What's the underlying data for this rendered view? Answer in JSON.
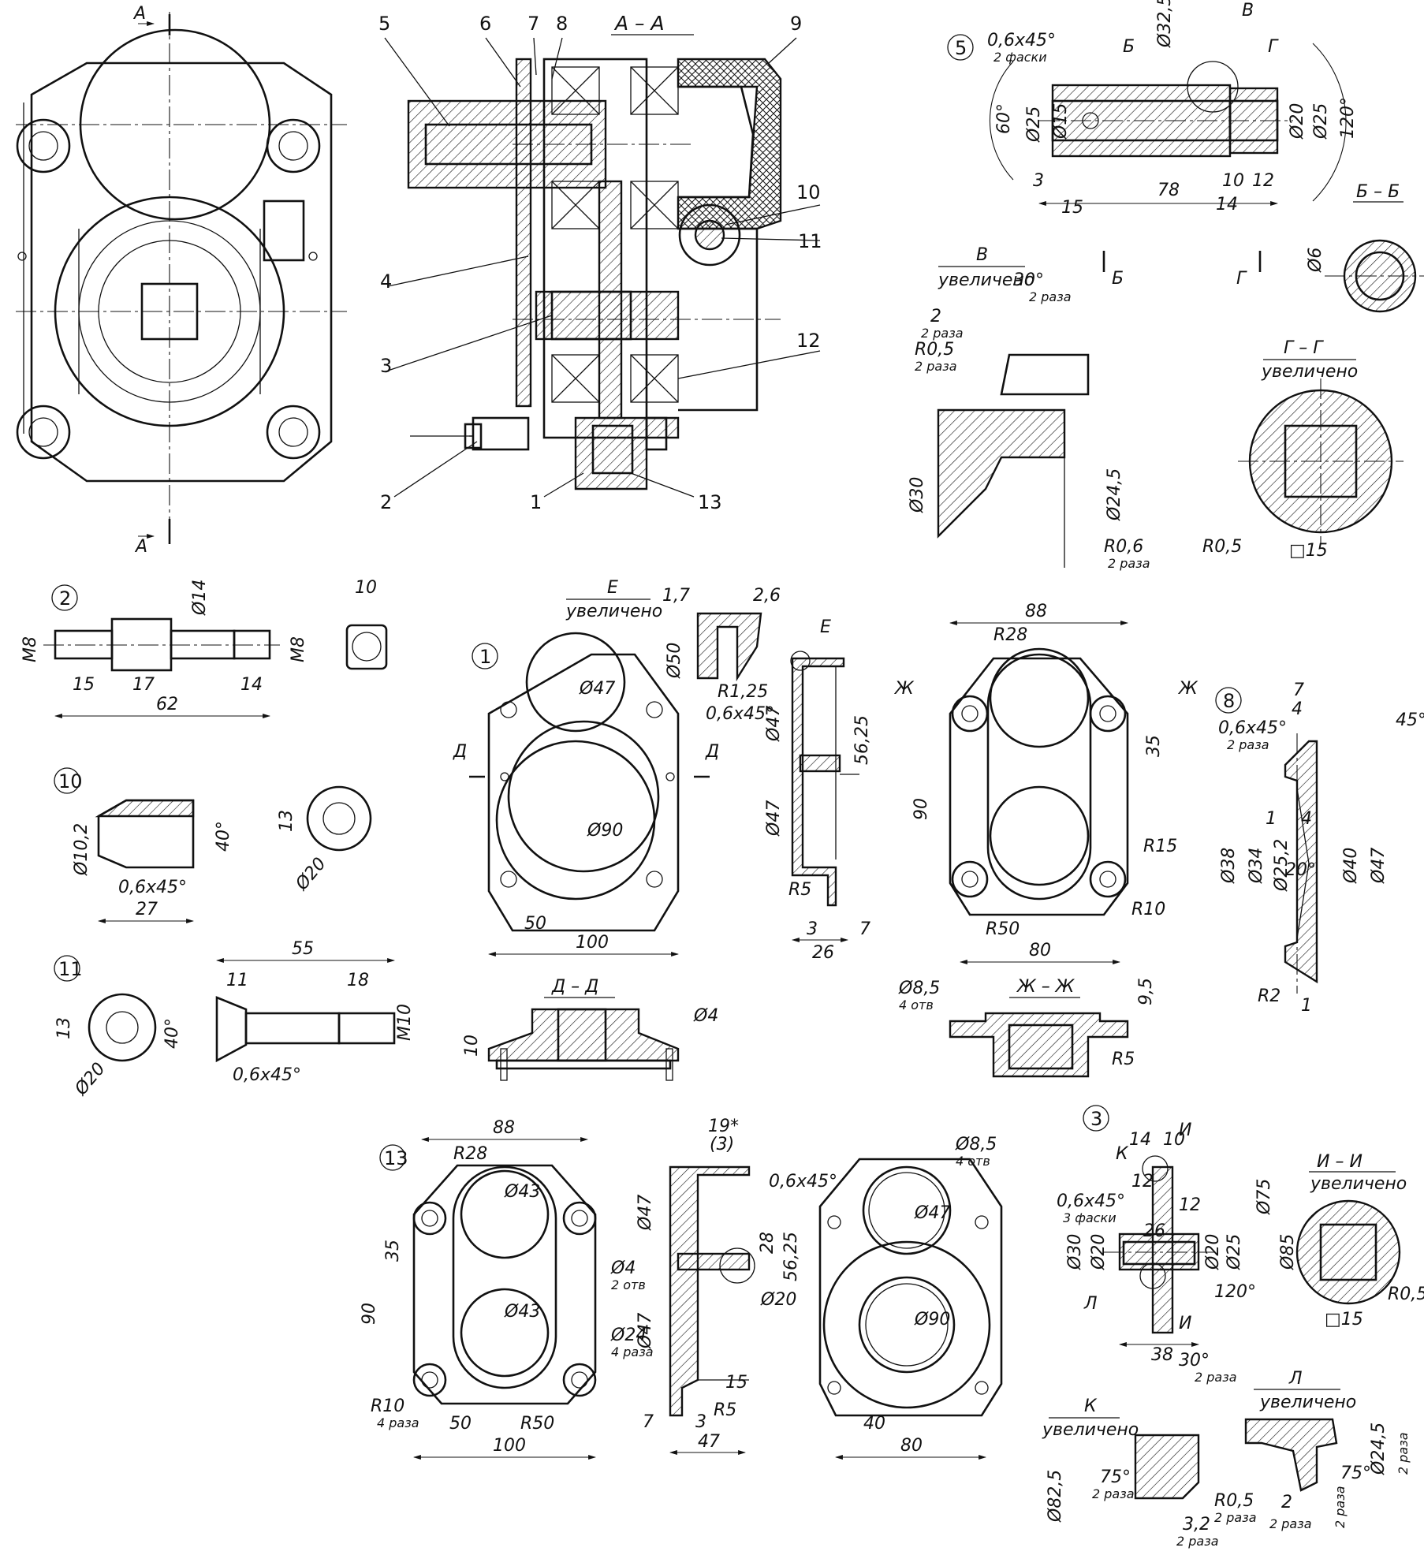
{
  "section_aa": {
    "title": "А – А",
    "mark": "А"
  },
  "positions": [
    "1",
    "2",
    "3",
    "4",
    "5",
    "6",
    "7",
    "8",
    "9",
    "10",
    "11",
    "12",
    "13"
  ],
  "part5": {
    "num": "5",
    "dims": {
      "ch": "0,6x45°",
      "ch_note": "2 фаски",
      "d325": "Ø32,5",
      "d25": "Ø25",
      "d15": "Ø15",
      "d20": "Ø20",
      "d25b": "Ø25",
      "a60": "60°",
      "a120": "120°",
      "l3": "3",
      "l15": "15",
      "l10": "10",
      "l12": "12",
      "l14": "14",
      "l78": "78",
      "ref_v": "В",
      "ref_b": "Б",
      "ref_g": "Г"
    },
    "sec_bb": {
      "title": "Б – Б",
      "d6": "Ø6"
    },
    "det_v": {
      "title": "В",
      "sub": "увеличено",
      "a30": "30°",
      "a30n": "2 раза",
      "l2": "2",
      "l2n": "2 раза",
      "r05": "R0,5",
      "r05n": "2 раза",
      "d30": "Ø30",
      "d245": "Ø24,5",
      "r06": "R0,6",
      "r06n": "2 раза"
    },
    "sec_gg": {
      "title": "Г – Г",
      "sub": "увеличено",
      "r05": "R0,5",
      "sq15": "□15"
    }
  },
  "part2": {
    "num": "2",
    "d14": "Ø14",
    "m8a": "M8",
    "m8b": "M8",
    "l15": "15",
    "l17": "17",
    "l14": "14",
    "l62": "62",
    "l10": "10"
  },
  "part1": {
    "num": "1",
    "det_e": {
      "title": "Е",
      "sub": "увеличено",
      "l17": "1,7",
      "l26": "2,6",
      "d50": "Ø50",
      "r125": "R1,25",
      "ch": "0,6x45°"
    },
    "d47": "Ø47",
    "d90": "Ø90",
    "l50": "50",
    "l100": "100",
    "sec": "Д",
    "side": {
      "ref": "Е",
      "d47a": "Ø47",
      "d47b": "Ø47",
      "l5625": "56,25",
      "r5": "R5",
      "l3": "3",
      "l7": "7",
      "l26": "26"
    },
    "sec_dd": {
      "title": "Д – Д",
      "d4": "Ø4",
      "h10": "10"
    }
  },
  "part1b": {
    "l88": "88",
    "r28": "R28",
    "l35": "35",
    "l90": "90",
    "r15": "R15",
    "r10": "R10",
    "r50": "R50",
    "l80": "80",
    "sec": "Ж",
    "sec_zz": {
      "title": "Ж – Ж",
      "d85": "Ø8,5",
      "d85n": "4 отв",
      "l95": "9,5",
      "r5": "R5"
    }
  },
  "part8": {
    "num": "8",
    "l7": "7",
    "l4": "4",
    "ch": "0,6x45°",
    "chn": "2 раза",
    "a45": "45°",
    "l1": "1",
    "l4b": "4",
    "d38": "Ø38",
    "d34": "Ø34",
    "d252": "Ø25,2",
    "a20": "20°",
    "d40": "Ø40",
    "d47": "Ø47",
    "r2": "R2",
    "l1b": "1"
  },
  "part10": {
    "num": "10",
    "d102": "Ø10,2",
    "a40": "40°",
    "ch": "0,6x45°",
    "l27": "27",
    "l13": "13",
    "d20": "Ø20"
  },
  "part11": {
    "num": "11",
    "l13": "13",
    "d20": "Ø20",
    "l55": "55",
    "l11": "11",
    "l18": "18",
    "m10": "M10",
    "a40": "40°",
    "ch": "0,6x45°"
  },
  "part13": {
    "num": "13",
    "l88": "88",
    "r28": "R28",
    "d43a": "Ø43",
    "d43b": "Ø43",
    "l35": "35",
    "l90": "90",
    "d4": "Ø4",
    "d4n": "2 отв",
    "d24": "Ø24",
    "d24n": "4 раза",
    "r10": "R10",
    "r10n": "4 раза",
    "l50": "50",
    "r50": "R50",
    "l100": "100",
    "side": {
      "l19": "19*",
      "l3": "(3)",
      "ch": "0,6x45°",
      "d47a": "Ø47",
      "d47b": "Ø47",
      "l28": "28",
      "l5625": "56,25",
      "d20": "Ø20",
      "l15": "15",
      "r5": "R5",
      "l7": "7",
      "l3b": "3",
      "l47": "47"
    },
    "back": {
      "d85": "Ø8,5",
      "d85n": "4 отв",
      "d47": "Ø47",
      "d90": "Ø90",
      "l40": "40",
      "l80": "80"
    }
  },
  "part3": {
    "num": "3",
    "ref_i": "И",
    "k": "К",
    "l14": "14",
    "l10": "10",
    "l12": "12",
    "ch": "0,6x45°",
    "chn": "3 фаски",
    "l12b": "12",
    "d30": "Ø30",
    "d20": "Ø20",
    "l26": "26",
    "d20b": "Ø20",
    "d25": "Ø25",
    "d75": "Ø75",
    "d85": "Ø85",
    "a120": "120°",
    "l": "Л",
    "l38": "38",
    "sec_ii": {
      "title": "И – И",
      "sub": "увеличено",
      "r05": "R0,5",
      "sq15": "□15"
    },
    "det_k": {
      "title": "К",
      "sub": "увеличено",
      "a30": "30°",
      "a30n": "2 раза",
      "d825": "Ø82,5",
      "a75": "75°",
      "a75n": "2 раза",
      "l32": "3,2",
      "l32n": "2 раза"
    },
    "det_l": {
      "title": "Л",
      "sub": "увеличено",
      "r05": "R0,5",
      "r05n": "2 раза",
      "l2": "2",
      "l2n": "2 раза",
      "a75": "75°",
      "a75n": "2 раза",
      "d245": "Ø24,5",
      "d245n": "2 раза"
    }
  }
}
